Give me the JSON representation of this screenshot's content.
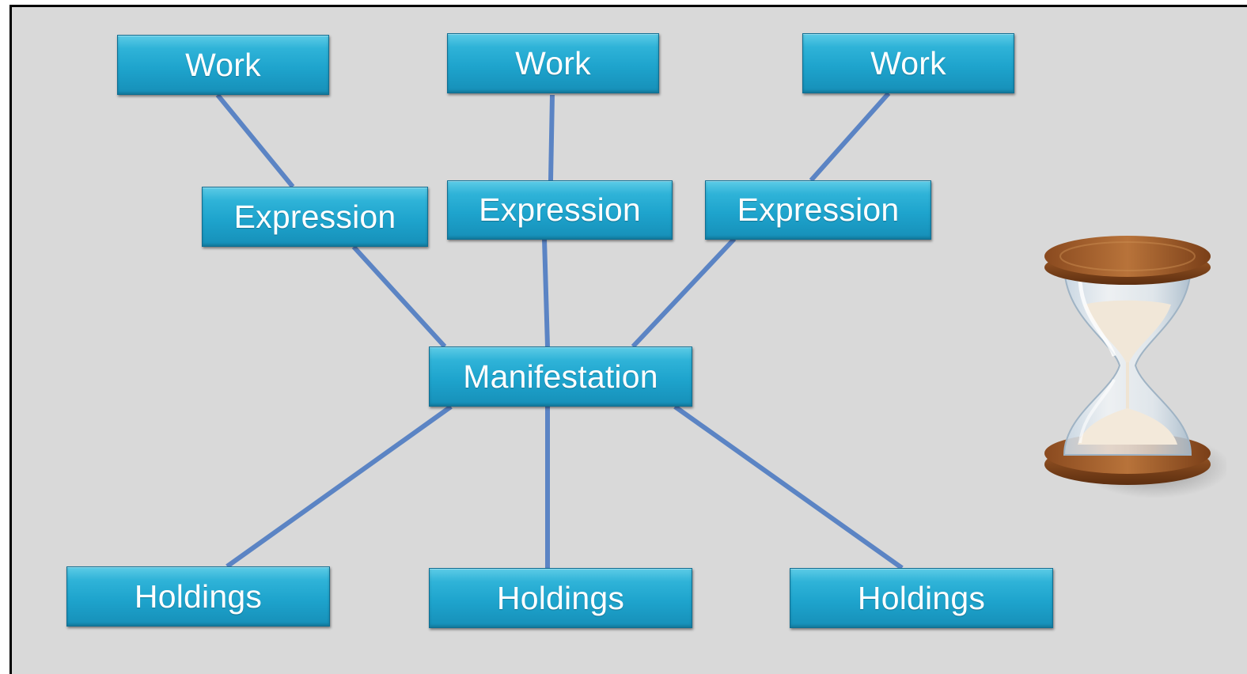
{
  "diagram": {
    "works": [
      {
        "label": "Work"
      },
      {
        "label": "Work"
      },
      {
        "label": "Work"
      }
    ],
    "expressions": [
      {
        "label": "Expression"
      },
      {
        "label": "Expression"
      },
      {
        "label": "Expression"
      }
    ],
    "manifestation": {
      "label": "Manifestation"
    },
    "holdings": [
      {
        "label": "Holdings"
      },
      {
        "label": "Holdings"
      },
      {
        "label": "Holdings"
      }
    ]
  },
  "colors": {
    "background": "#d9d9d9",
    "box": "#1ea4cd",
    "connector": "#5b84c4"
  },
  "icons": {
    "decoration": "hourglass-icon"
  }
}
